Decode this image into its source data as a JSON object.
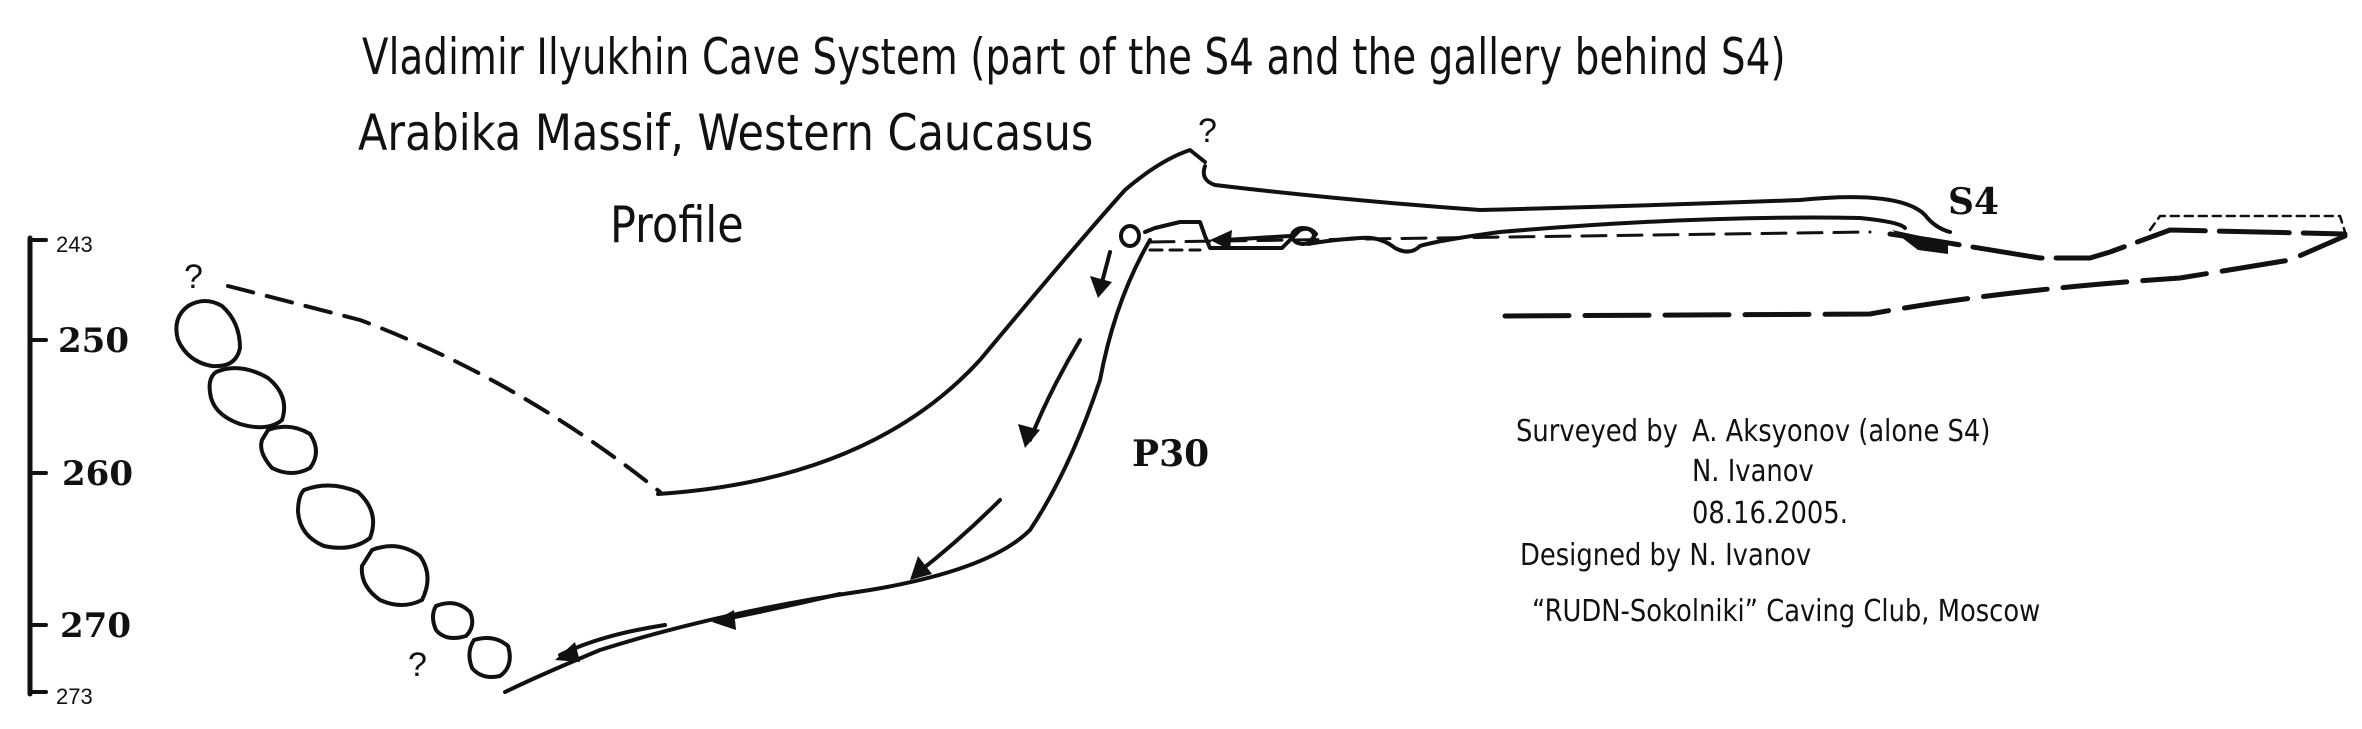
{
  "title": "Vladimir Ilyukhin Cave System (part of the S4 and the gallery behind S4)",
  "subtitle": "Arabika Massif, Western Caucasus",
  "view_label": "Profile",
  "labels": {
    "s4": "S4",
    "p30": "P30",
    "unknown_top": "?",
    "unknown_left": "?",
    "unknown_bottom": "?"
  },
  "depth_scale": {
    "top": "243",
    "t250": "250",
    "t260": "260",
    "t270": "270",
    "bottom": "273"
  },
  "credits": {
    "surveyed_prefix": "Surveyed by",
    "surveyor1": "A. Aksyonov (alone S4)",
    "surveyor2": "N. Ivanov",
    "date": "08.16.2005.",
    "designed": "Designed by N. Ivanov",
    "club": "“RUDN-Sokolniki” Caving Club, Moscow"
  }
}
